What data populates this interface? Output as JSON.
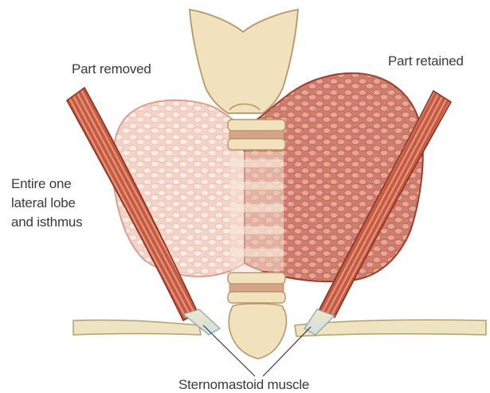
{
  "labels": {
    "part_removed": "Part removed",
    "part_retained": "Part retained",
    "lobe_lines": [
      "Entire one",
      "lateral lobe",
      "and isthmus"
    ],
    "muscle": "Sternomastoid muscle"
  },
  "colors": {
    "removed_lobe": "#f3cfc4",
    "retained_lobe": "#d98b7c",
    "cartilage": "#f1e2bd",
    "muscle": "#c4553e",
    "label_text": "#3a3a3a"
  }
}
